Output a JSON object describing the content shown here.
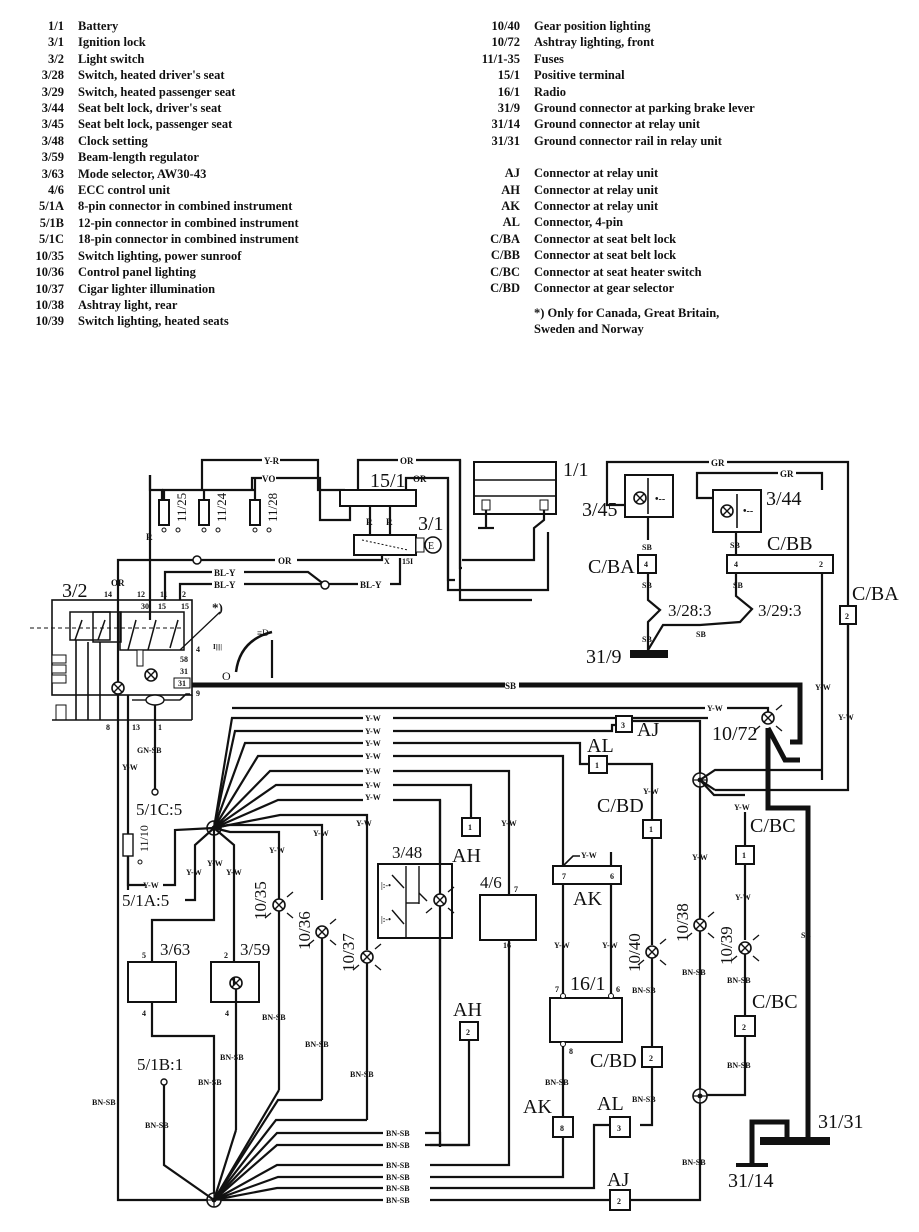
{
  "legend": {
    "left": [
      {
        "code": "1/1",
        "desc": "Battery"
      },
      {
        "code": "3/1",
        "desc": "Ignition lock"
      },
      {
        "code": "3/2",
        "desc": "Light switch"
      },
      {
        "code": "3/28",
        "desc": "Switch, heated driver's seat"
      },
      {
        "code": "3/29",
        "desc": "Switch, heated passenger seat"
      },
      {
        "code": "3/44",
        "desc": "Seat belt lock, driver's seat"
      },
      {
        "code": "3/45",
        "desc": "Seat belt lock, passenger seat"
      },
      {
        "code": "3/48",
        "desc": "Clock setting"
      },
      {
        "code": "3/59",
        "desc": "Beam-length regulator"
      },
      {
        "code": "3/63",
        "desc": "Mode selector, AW30-43"
      },
      {
        "code": "4/6",
        "desc": "ECC control unit"
      },
      {
        "code": "5/1A",
        "desc": "8-pin connector in combined instrument"
      },
      {
        "code": "5/1B",
        "desc": "12-pin connector in combined instrument"
      },
      {
        "code": "5/1C",
        "desc": "18-pin connector in combined instrument"
      },
      {
        "code": "10/35",
        "desc": "Switch lighting, power sunroof"
      },
      {
        "code": "10/36",
        "desc": "Control panel lighting"
      },
      {
        "code": "10/37",
        "desc": "Cigar lighter illumination"
      },
      {
        "code": "10/38",
        "desc": "Ashtray light, rear"
      },
      {
        "code": "10/39",
        "desc": "Switch lighting, heated seats"
      }
    ],
    "right": [
      {
        "code": "10/40",
        "desc": "Gear position lighting"
      },
      {
        "code": "10/72",
        "desc": "Ashtray lighting, front"
      },
      {
        "code": "11/1-35",
        "desc": "Fuses"
      },
      {
        "code": "15/1",
        "desc": "Positive terminal"
      },
      {
        "code": "16/1",
        "desc": "Radio"
      },
      {
        "code": "31/9",
        "desc": "Ground connector at parking brake lever"
      },
      {
        "code": "31/14",
        "desc": "Ground connector at relay unit"
      },
      {
        "code": "31/31",
        "desc": "Ground connector rail in relay unit"
      }
    ],
    "connectors": [
      {
        "code": "AJ",
        "desc": "Connector at relay unit"
      },
      {
        "code": "AH",
        "desc": "Connector at relay unit"
      },
      {
        "code": "AK",
        "desc": "Connector at relay unit"
      },
      {
        "code": "AL",
        "desc": "Connector, 4-pin"
      },
      {
        "code": "C/BA",
        "desc": "Connector at seat belt lock"
      },
      {
        "code": "C/BB",
        "desc": "Connector at seat belt lock"
      },
      {
        "code": "C/BC",
        "desc": "Connector at seat heater switch"
      },
      {
        "code": "C/BD",
        "desc": "Connector at gear selector"
      }
    ],
    "note_line1": "*) Only for Canada, Great Britain,",
    "note_line2": "Sweden and Norway"
  },
  "diagram": {
    "components": {
      "c3_2": "3/2",
      "c15_1": "15/1",
      "c3_1": "3/1",
      "c1_1": "1/1",
      "c3_45": "3/45",
      "c3_44": "3/44",
      "cba1": "C/BA",
      "cbb": "C/BB",
      "cba2": "C/BA",
      "c3_28_3": "3/28:3",
      "c3_29_3": "3/29:3",
      "c31_9": "31/9",
      "c10_72": "10/72",
      "aj1": "AJ",
      "al1": "AL",
      "cbd1": "C/BD",
      "cbc1": "C/BC",
      "c5_1c5": "5/1C:5",
      "c5_1a5": "5/1A:5",
      "c10_35": "10/35",
      "c10_36": "10/36",
      "c10_37": "10/37",
      "c3_48": "3/48",
      "ah1": "AH",
      "c4_6": "4/6",
      "ak1": "AK",
      "c10_40": "10/40",
      "c10_38": "10/38",
      "c10_39": "10/39",
      "c3_63": "3/63",
      "c3_59": "3/59",
      "c16_1": "16/1",
      "ah2": "AH",
      "cbc2": "C/BC",
      "cbd2": "C/BD",
      "c5_1b1": "5/1B:1",
      "ak2": "AK",
      "al2": "AL",
      "aj2": "AJ",
      "c31_31": "31/31",
      "c31_14": "31/14",
      "star_note": "*)"
    },
    "fuses": [
      "11/25",
      "11/24",
      "11/28"
    ],
    "wire_colors": {
      "yr": "Y-R",
      "or": "OR",
      "vo": "VO",
      "r": "R",
      "bly": "BL-Y",
      "gr": "GR",
      "sb": "SB",
      "yw": "Y-W",
      "gnsb": "GN-SB",
      "bnsb": "BN-SB"
    },
    "pins": {
      "p14": "14",
      "p12": "12",
      "p11": "11",
      "p2": "2",
      "p30": "30",
      "p15a": "15",
      "p15b": "15",
      "p4": "4",
      "p58": "58",
      "p31a": "31",
      "p31b": "31",
      "p9": "9",
      "p8": "8",
      "p13": "13",
      "p1": "1",
      "px": "X",
      "p151": "15I",
      "p4a": "4",
      "p4b": "4",
      "p2a": "2",
      "p2b": "2",
      "p3": "3",
      "p1a": "1",
      "p1b": "1",
      "p1c": "1",
      "p1d": "1",
      "p7a": "7",
      "p6a": "6",
      "p7b": "7",
      "p16": "16",
      "p7c": "7",
      "p6b": "6",
      "p8b": "8",
      "p8c": "8",
      "p2c": "2",
      "p2d": "2",
      "p3b": "3",
      "p2e": "2",
      "p5": "5",
      "p2f": "2",
      "p4c": "4",
      "p4d": "4"
    }
  }
}
